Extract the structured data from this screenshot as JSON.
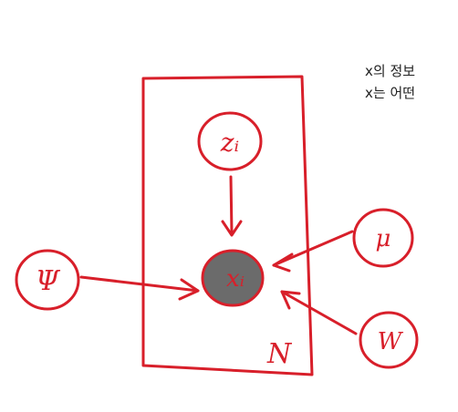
{
  "colors": {
    "ink": "#d81f2a",
    "observed_fill": "#6b6b6b",
    "note_text": "#222222",
    "background": "#ffffff"
  },
  "notes": [
    "x의 정보",
    "x는 어떤"
  ],
  "plate": {
    "label": "N"
  },
  "nodes": {
    "latent": {
      "label": "zᵢ",
      "observed": false
    },
    "observed": {
      "label": "xᵢ",
      "observed": true
    },
    "psi": {
      "label": "Ψ",
      "observed": false
    },
    "mu": {
      "label": "μ",
      "observed": false
    },
    "w": {
      "label": "W",
      "observed": false
    }
  },
  "edges": [
    {
      "from": "latent",
      "to": "observed"
    },
    {
      "from": "psi",
      "to": "observed"
    },
    {
      "from": "mu",
      "to": "observed"
    },
    {
      "from": "w",
      "to": "observed"
    }
  ]
}
